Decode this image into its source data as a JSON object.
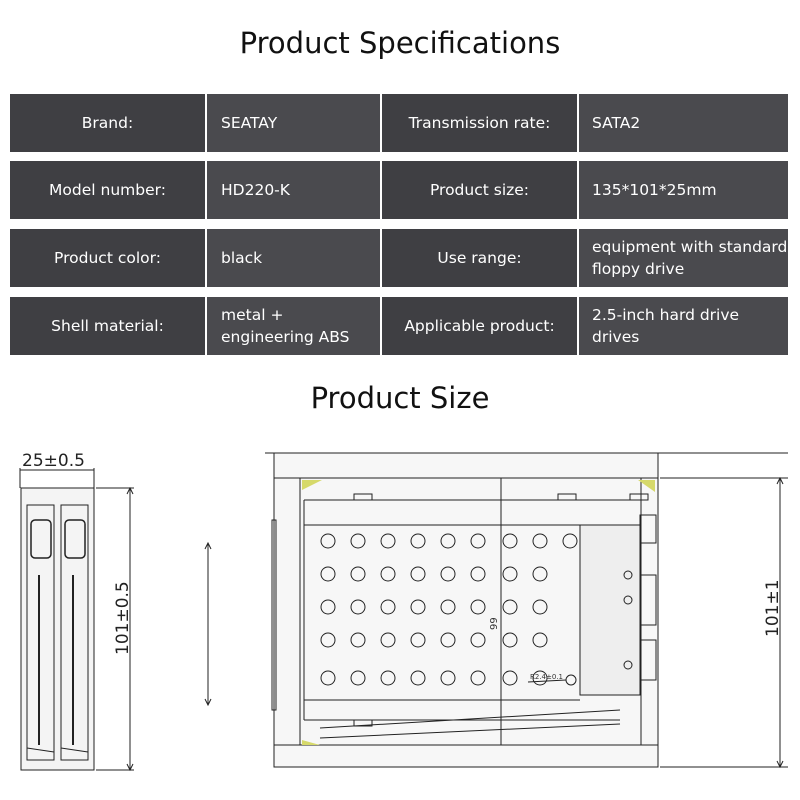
{
  "spec_title": "Product Specifications",
  "size_title": "Product Size",
  "spec_rows": [
    {
      "label": "Brand:",
      "value": "SEATAY",
      "label2": "Transmission rate:",
      "value2": "SATA2"
    },
    {
      "label": "Model number:",
      "value": "HD220-K",
      "label2": "Product size:",
      "value2": "135*101*25mm"
    },
    {
      "label": "Product color:",
      "value": "black",
      "label2": "Use range:",
      "value2": "equipment with standard floppy drive"
    },
    {
      "label": "Shell material:",
      "value": "metal + engineering ABS",
      "label2": "Applicable product:",
      "value2": "2.5-inch hard drive drives"
    }
  ],
  "drawing": {
    "width_dim": "25±0.5",
    "height_dim_left": "101±0.5",
    "height_dim_right": "101±1",
    "inner_dim": "99",
    "radius_note": "R2.4±0.1"
  }
}
